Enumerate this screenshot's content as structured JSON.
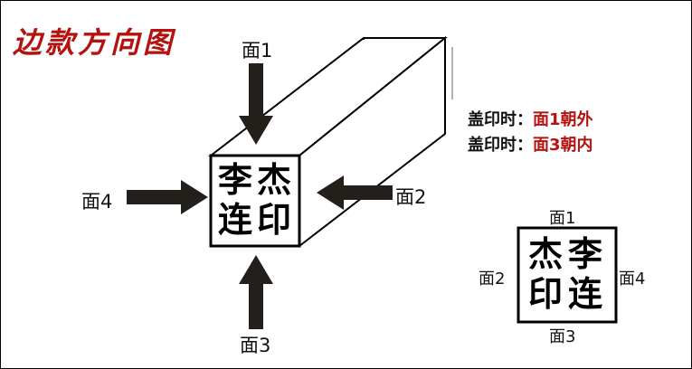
{
  "title": "边款方向图",
  "left_diagram": {
    "face1_label": "面1",
    "face2_label": "面2",
    "face3_label": "面3",
    "face4_label": "面4",
    "seal_chars": [
      "李",
      "杰",
      "连",
      "印"
    ]
  },
  "notes": [
    {
      "key": "盖印时：",
      "value": "面1朝外"
    },
    {
      "key": "盖印时：",
      "value": "面3朝内"
    }
  ],
  "right_diagram": {
    "face1_label": "面1",
    "face2_label": "面2",
    "face3_label": "面3",
    "face4_label": "面4",
    "seal_chars": [
      "杰",
      "李",
      "印",
      "连"
    ]
  },
  "colors": {
    "accent": "#b3120f",
    "ink": "#000000"
  }
}
